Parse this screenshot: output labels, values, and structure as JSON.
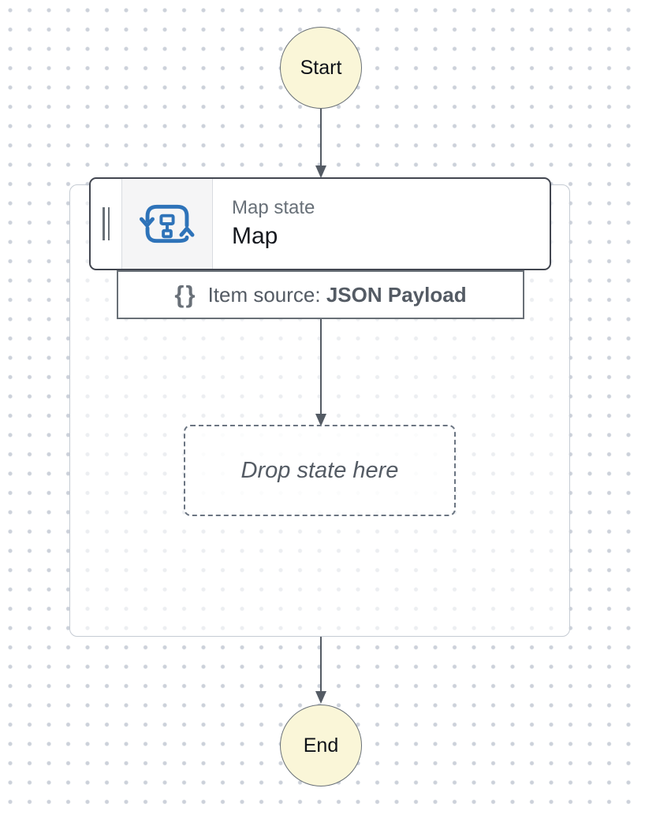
{
  "diagram": {
    "start_label": "Start",
    "end_label": "End",
    "map_state": {
      "type_label": "Map state",
      "name": "Map",
      "icon": "map-iterator-loop-icon"
    },
    "item_source": {
      "icon": "json-braces-icon",
      "icon_glyph": "{}",
      "label": "Item source: ",
      "value": "JSON Payload"
    },
    "drop_zone": {
      "label": "Drop state here"
    },
    "colors": {
      "canvas_dot": "#CCD1DA",
      "terminal_fill": "#FAF6D8",
      "terminal_border": "#697077",
      "arrow": "#545B64",
      "state_card_border": "#424650",
      "container_border": "#C5CBD3",
      "item_bar_border": "#697077",
      "icon_accent_blue": "#2E73B9",
      "muted_text": "#687078",
      "dark_text": "#16191F"
    }
  }
}
